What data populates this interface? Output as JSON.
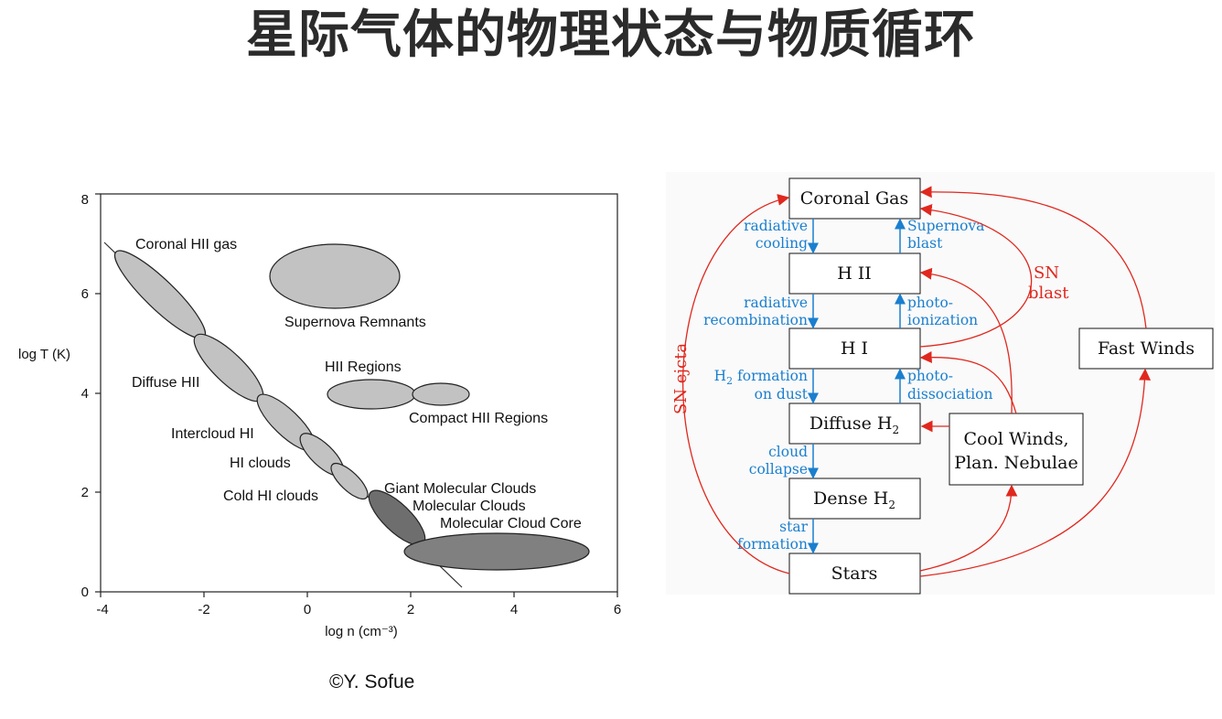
{
  "title": "星际气体的物理状态与物质循环",
  "credit": "©Y. Sofue",
  "phase_diagram": {
    "xlabel": "log n (cm⁻³)",
    "ylabel": "log T (K)",
    "x_ticks": [
      "-4",
      "-2",
      "0",
      "2",
      "4",
      "6"
    ],
    "y_ticks": [
      "0",
      "2",
      "4",
      "6",
      "8"
    ],
    "xlim": [
      -4,
      6
    ],
    "ylim": [
      0,
      8
    ],
    "regions": [
      {
        "label": "Coronal HII gas",
        "logn": -2.9,
        "logT": 6.2,
        "fill": "#c2c2c2"
      },
      {
        "label": "Diffuse HII",
        "logn": -1.3,
        "logT": 4.7,
        "fill": "#c2c2c2"
      },
      {
        "label": "Intercloud HI",
        "logn": -0.1,
        "logT": 3.5,
        "fill": "#c2c2c2"
      },
      {
        "label": "HI clouds",
        "logn": 0.6,
        "logT": 2.9,
        "fill": "#c2c2c2"
      },
      {
        "label": "Cold HI clouds",
        "logn": 1.0,
        "logT": 2.4,
        "fill": "#c2c2c2"
      },
      {
        "label": "Supernova Remnants",
        "logn": 0.55,
        "logT": 6.4,
        "fill": "#c2c2c2"
      },
      {
        "label": "HII Regions",
        "logn": 1.3,
        "logT": 4.0,
        "fill": "#c2c2c2"
      },
      {
        "label": "Compact HII Regions",
        "logn": 2.6,
        "logT": 4.0,
        "fill": "#c2c2c2"
      },
      {
        "label": "Giant Molecular Clouds",
        "logn": 1.8,
        "logT": 1.6,
        "fill": "#6e6e6e"
      },
      {
        "label": "Molecular Clouds",
        "logn": 2.3,
        "logT": 1.2,
        "fill": "#6e6e6e"
      },
      {
        "label": "Molecular Cloud Core",
        "logn": 3.7,
        "logT": 0.85,
        "fill": "#808080"
      }
    ]
  },
  "cycle": {
    "boxes": {
      "coronal": "Coronal Gas",
      "hii": "H II",
      "hi": "H I",
      "diffuse_h2": "Diffuse H",
      "dense_h2": "Dense H",
      "h2_sub": "2",
      "stars": "Stars",
      "fast_winds": "Fast Winds",
      "cool_winds_1": "Cool Winds,",
      "cool_winds_2": "Plan. Nebulae"
    },
    "process_labels": {
      "radiative_cooling_1": "radiative",
      "radiative_cooling_2": "cooling",
      "supernova_blast_1": "Supernova",
      "supernova_blast_2": "blast",
      "radiative_recomb_1": "radiative",
      "radiative_recomb_2": "recombination",
      "photoionization_1": "photo-",
      "photoionization_2": "ionization",
      "h2_formation_1a": "H",
      "h2_formation_1b": "2",
      "h2_formation_1c": " formation",
      "h2_formation_2": "on dust",
      "photodissociation_1": "photo-",
      "photodissociation_2": "dissociation",
      "cloud_collapse_1": "cloud",
      "cloud_collapse_2": "collapse",
      "star_formation_1": "star",
      "star_formation_2": "formation",
      "sn_blast_1": "SN",
      "sn_blast_2": "blast",
      "sn_ejecta": "SN ejcta"
    },
    "colors": {
      "blue": "#1a7fcf",
      "red": "#e0281e"
    }
  }
}
